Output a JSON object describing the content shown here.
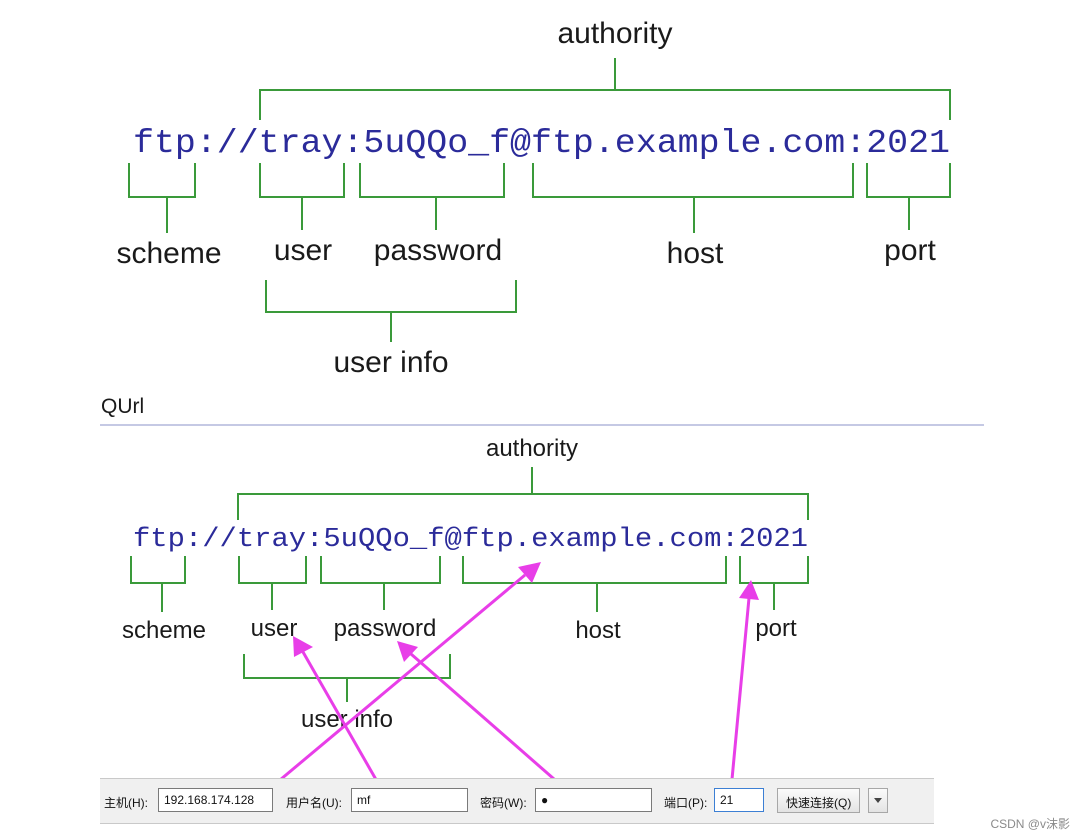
{
  "top_diagram": {
    "authority": "authority",
    "url": {
      "scheme": "ftp://",
      "user": "tray",
      "sep": ":",
      "password": "5uQQo_f",
      "at": "@",
      "host": "ftp.example.com",
      "portsep": ":",
      "port": "2021"
    },
    "labels": {
      "scheme": "scheme",
      "user": "user",
      "password": "password",
      "host": "host",
      "port": "port",
      "userinfo": "user info"
    }
  },
  "section_title": "QUrl",
  "bottom_diagram": {
    "authority": "authority",
    "url": {
      "scheme": "ftp://",
      "user": "tray",
      "sep": ":",
      "password": "5uQQo_f",
      "at": "@",
      "host": "ftp.example.com",
      "portsep": ":",
      "port": "2021"
    },
    "labels": {
      "scheme": "scheme",
      "user": "user",
      "password": "password",
      "host": "host",
      "port": "port",
      "userinfo": "user info"
    }
  },
  "toolbar": {
    "host_label": "主机(H):",
    "host_value": "192.168.174.128",
    "user_label": "用户名(U):",
    "user_value": "mf",
    "password_label": "密码(W):",
    "password_value": "●",
    "port_label": "端口(P):",
    "port_value": "21",
    "connect_button": "快速连接(Q)"
  },
  "watermark": "CSDN @v沫影",
  "colors": {
    "url_text": "#2b2b9a",
    "bracket": "#3a9a3a",
    "arrow": "#e83ee8",
    "divider": "#c5c9e4"
  }
}
